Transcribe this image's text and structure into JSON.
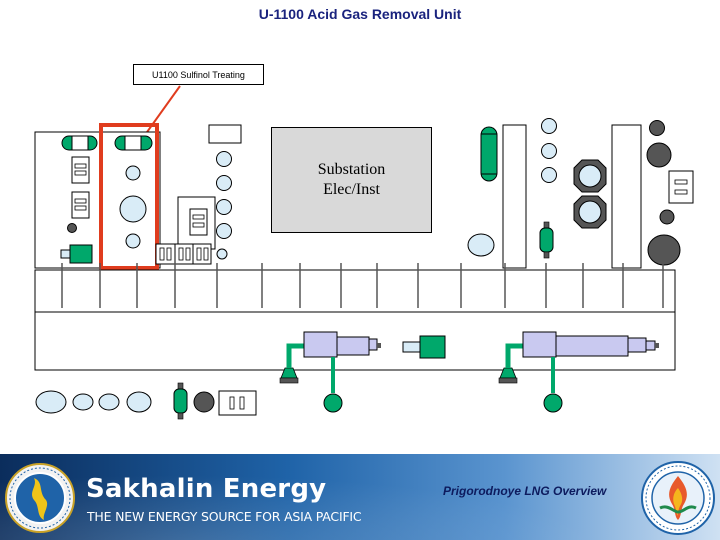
{
  "title": "U-1100 Acid Gas Removal Unit",
  "callout_label": "U1100 Sulfinol Treating",
  "substation_label": "Substation\nElec/Inst",
  "footer": {
    "company": "Sakhalin Energy",
    "tagline": "THE NEW ENERGY SOURCE FOR ASIA PACIFIC",
    "overview": "Prigorodnoye LNG Overview"
  },
  "colors": {
    "title": "#1a237e",
    "equipment_green": "#00a86b",
    "vessel_blue": "#d9ecf7",
    "exchanger_lilac": "#c9c9f0",
    "highlight_red": "#e03c1e",
    "dark_grey": "#555555",
    "panel_grey": "#d9d9d9",
    "footer_navy": "#0b2d5c"
  },
  "icons": [
    "sakhalin-emblem-icon",
    "sakhalin-seal-icon"
  ]
}
